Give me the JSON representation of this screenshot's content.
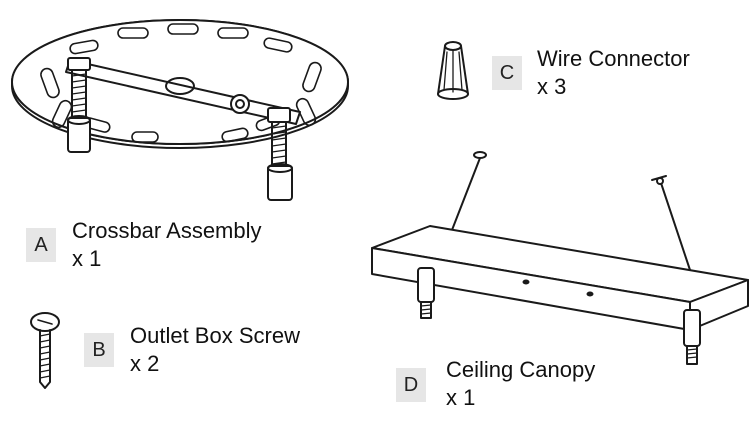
{
  "parts": [
    {
      "letter": "A",
      "name": "Crossbar Assembly",
      "qty": "x 1"
    },
    {
      "letter": "B",
      "name": "Outlet Box Screw",
      "qty": "x 2"
    },
    {
      "letter": "C",
      "name": "Wire Connector",
      "qty": "x 3"
    },
    {
      "letter": "D",
      "name": "Ceiling Canopy",
      "qty": "x 1"
    }
  ],
  "colors": {
    "line": "#1a1a1a",
    "label_box": "#e6e6e6",
    "background": "#ffffff"
  }
}
